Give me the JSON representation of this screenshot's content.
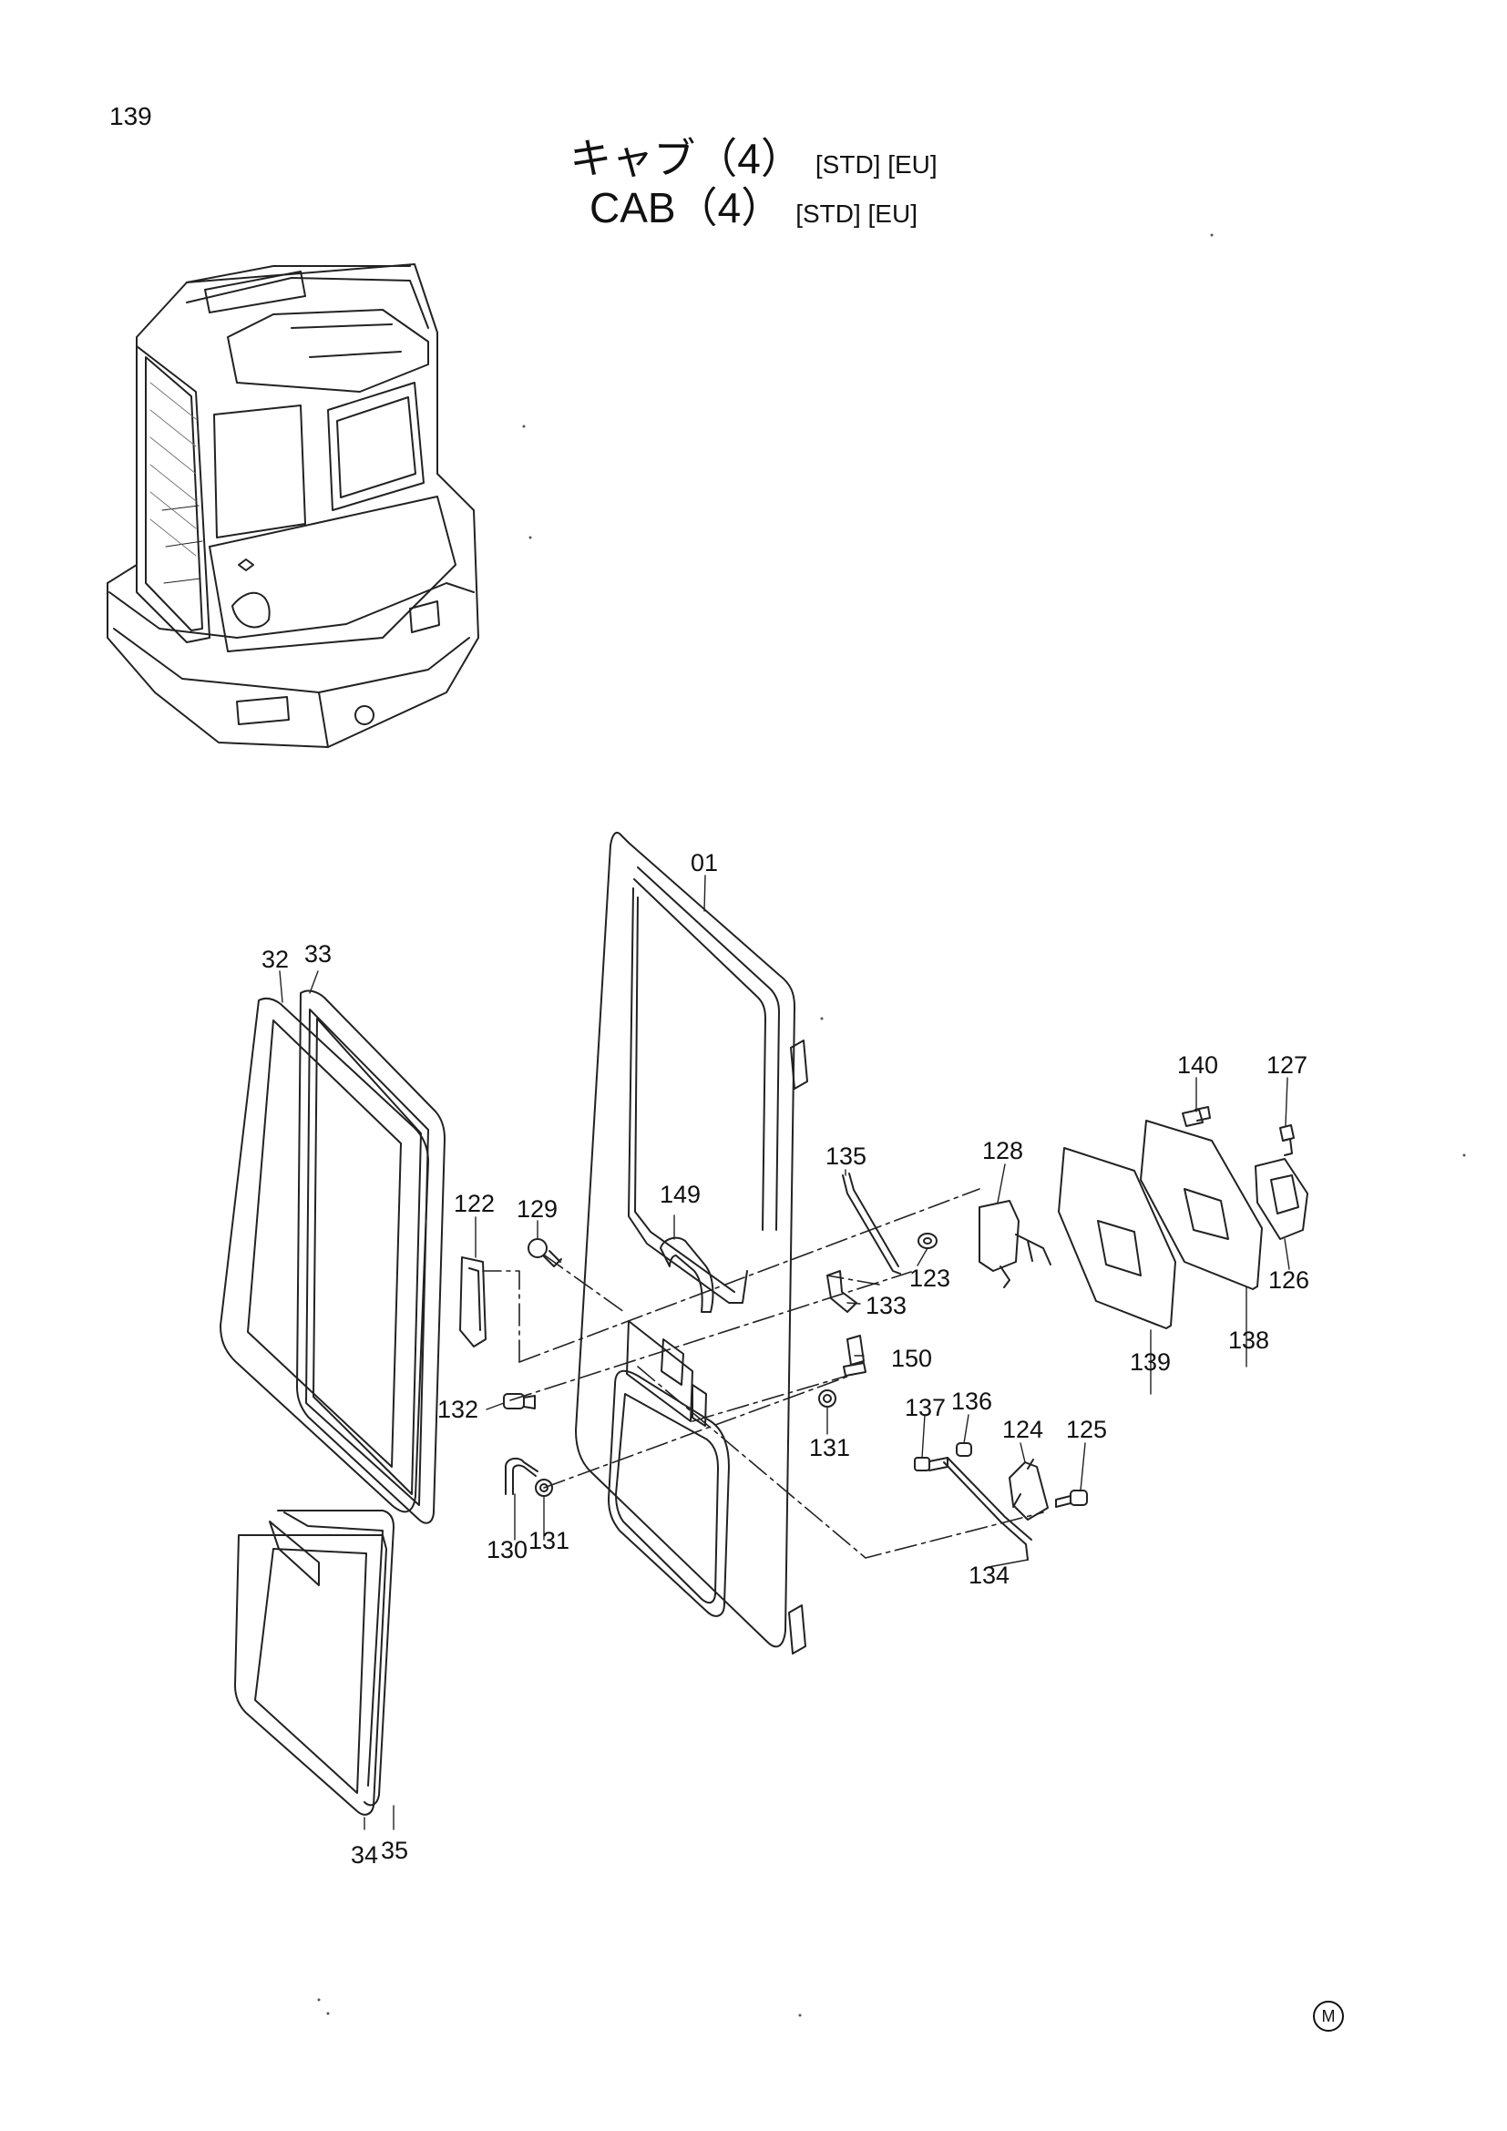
{
  "page": {
    "number": "139"
  },
  "title": {
    "jp": "キャブ（4）",
    "jp_tags": "[STD] [EU]",
    "en": "CAB（4）",
    "en_tags": "[STD] [EU]"
  },
  "callouts": [
    "01",
    "32",
    "33",
    "34",
    "35",
    "122",
    "123",
    "124",
    "125",
    "126",
    "127",
    "128",
    "129",
    "130",
    "131",
    "131",
    "132",
    "133",
    "134",
    "135",
    "136",
    "137",
    "138",
    "139",
    "140",
    "149",
    "150"
  ],
  "footer": {
    "mark": "M"
  }
}
